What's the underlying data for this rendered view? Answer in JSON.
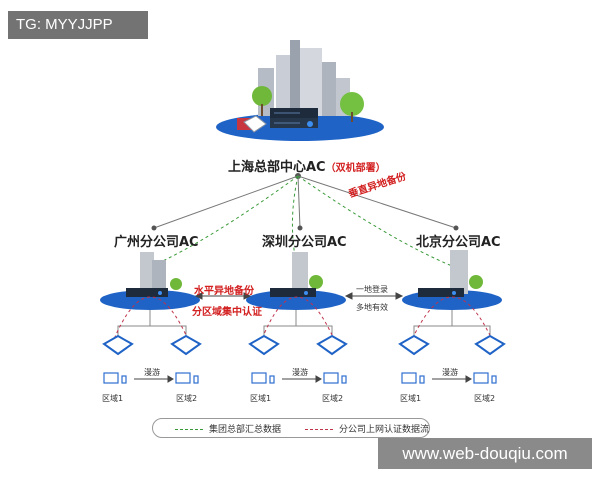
{
  "tag": "TG: MYYJJPP",
  "watermark": "www.web-douqiu.com",
  "hq": {
    "label": "上海总部中心AC",
    "note": "（双机部署）"
  },
  "vertical_backup": "垂直异地备份",
  "branches": [
    {
      "label": "广州分公司AC"
    },
    {
      "label": "深圳分公司AC"
    },
    {
      "label": "北京分公司AC"
    }
  ],
  "horizontal_backup": "水平异地备份",
  "centralized_auth": "分区域集中认证",
  "login_line1": "一地登录",
  "login_line2": "多地有效",
  "roam": "漫游",
  "zone1": "区域1",
  "zone2": "区域2",
  "legend": {
    "green_label": "集团总部汇总数据",
    "red_label": "分公司上网认证数据流",
    "green_color": "#3a9a3a",
    "red_color": "#c0334a"
  }
}
